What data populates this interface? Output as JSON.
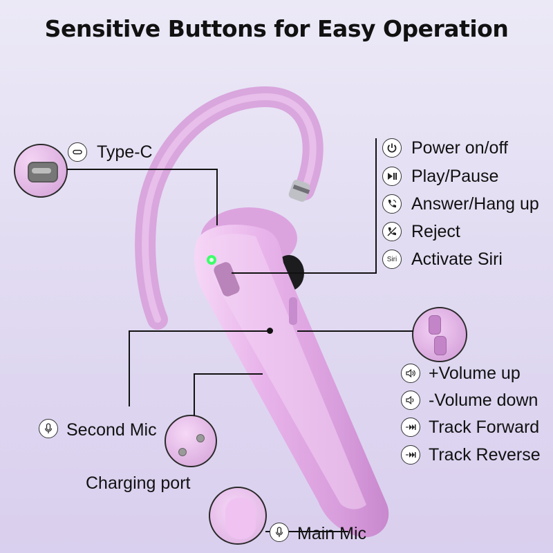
{
  "title": "Sensitive Buttons for Easy Operation",
  "colors": {
    "accent_pink": "#e7b6ec",
    "led_green": "#3dff6a",
    "line": "#111111"
  },
  "left_labels": {
    "type_c": {
      "label": "Type-C",
      "icon": "usb-c-icon"
    },
    "second_mic": {
      "label": "Second Mic",
      "icon": "microphone-icon"
    },
    "charging_port": {
      "label": "Charging port"
    },
    "main_mic": {
      "label": "Main Mic",
      "icon": "microphone-icon"
    }
  },
  "top_functions": [
    {
      "label": "Power on/off",
      "icon": "power-icon"
    },
    {
      "label": "Play/Pause",
      "icon": "play-pause-icon"
    },
    {
      "label": "Answer/Hang up",
      "icon": "phone-icon"
    },
    {
      "label": "Reject",
      "icon": "phone-reject-icon"
    },
    {
      "label": "Activate Siri",
      "icon": "siri-icon",
      "icon_text": "Siri"
    }
  ],
  "volume_functions": [
    {
      "label": "+Volume up",
      "icon": "volume-up-icon"
    },
    {
      "label": "-Volume down",
      "icon": "volume-down-icon"
    },
    {
      "label": "Track Forward",
      "icon": "track-forward-icon"
    },
    {
      "label": "Track Reverse",
      "icon": "track-reverse-icon"
    }
  ]
}
